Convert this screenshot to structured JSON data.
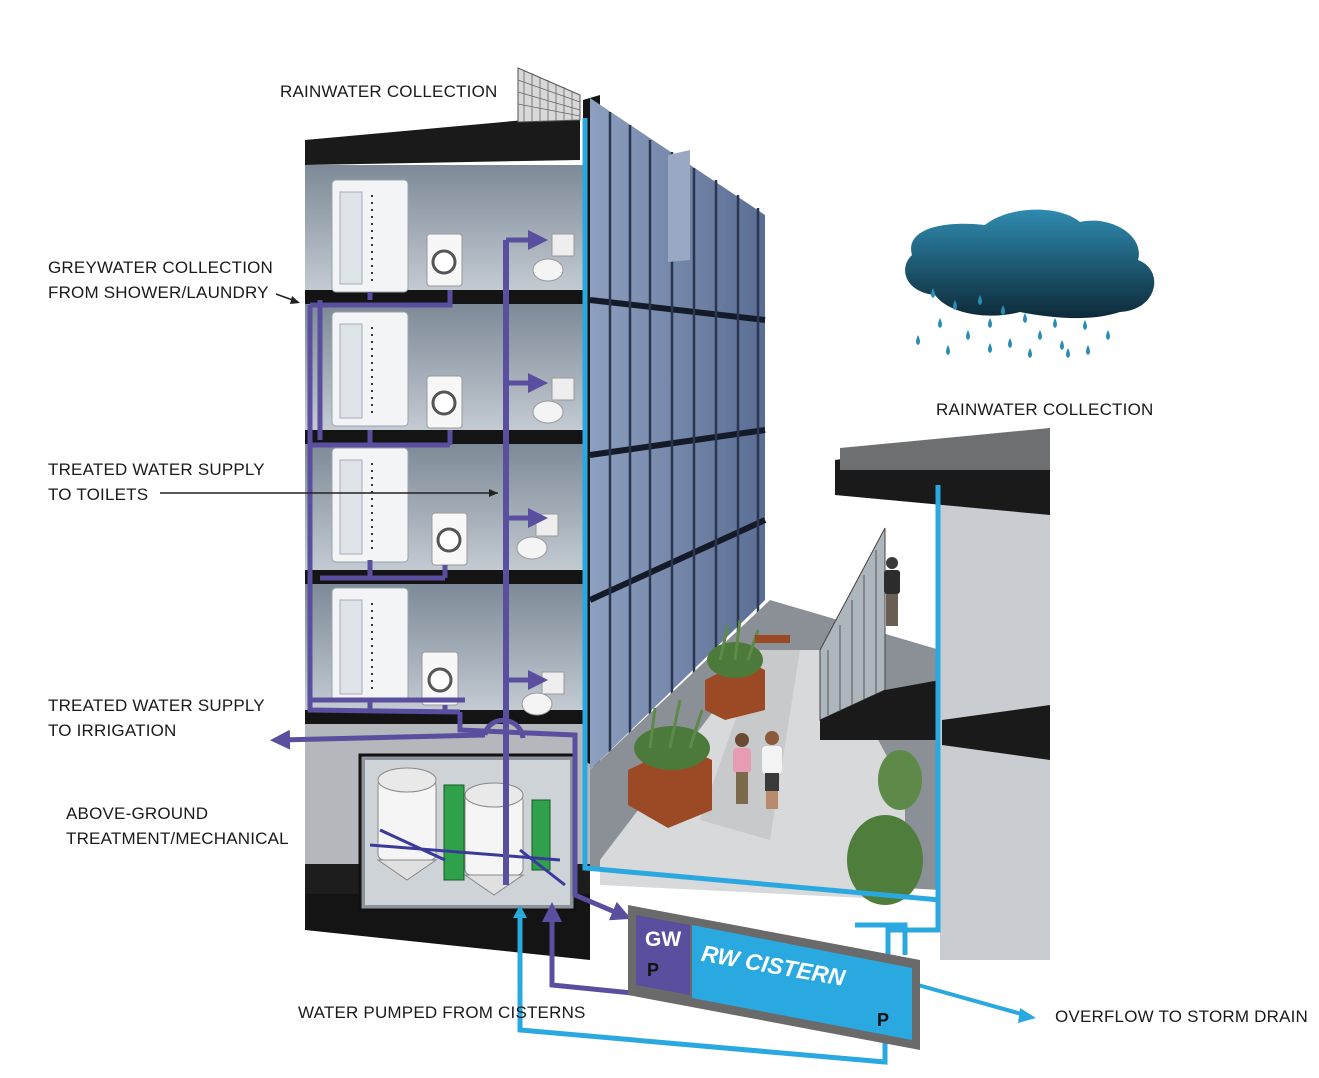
{
  "labels": {
    "rainwater_collection_roof": "RAINWATER COLLECTION",
    "rainwater_collection_right": "RAINWATER COLLECTION",
    "greywater": [
      "GREYWATER COLLECTION",
      "FROM SHOWER/LAUNDRY"
    ],
    "toilets": [
      "TREATED WATER SUPPLY",
      "TO TOILETS"
    ],
    "irrigation": [
      "TREATED WATER SUPPLY",
      "TO IRRIGATION"
    ],
    "treatment": [
      "ABOVE-GROUND",
      "TREATMENT/MECHANICAL"
    ],
    "pumped": "WATER PUMPED FROM CISTERNS",
    "overflow": "OVERFLOW TO STORM DRAIN"
  },
  "cistern": {
    "gw_label": "GW",
    "rw_label": "RW CISTERN",
    "gw_pump": "P",
    "rw_pump": "P"
  },
  "colors": {
    "greywater": "#5a4e9e",
    "rainwater": "#2aa8e0",
    "facade": "#6a7fa6",
    "dark_floor": "#141414",
    "interior": "#a9b2bd"
  }
}
